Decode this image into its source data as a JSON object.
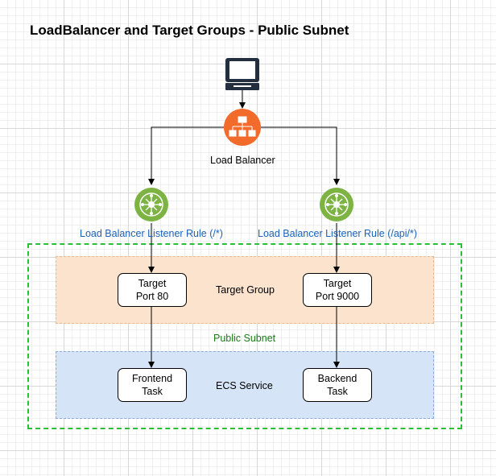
{
  "title": "LoadBalancer and Target Groups - Public Subnet",
  "load_balancer": {
    "label": "Load Balancer"
  },
  "rules": {
    "left": "Load Balancer Listener Rule (/*)",
    "right": "Load Balancer Listener Rule (/api/*)"
  },
  "target_group": {
    "label": "Target Group",
    "left_target": "Target\nPort 80",
    "right_target": "Target\nPort 9000"
  },
  "subnet": {
    "label": "Public Subnet"
  },
  "ecs_service": {
    "label": "ECS Service",
    "left_task": "Frontend\nTask",
    "right_task": "Backend\nTask"
  },
  "colors": {
    "load_balancer": "#f26b2b",
    "listener_rule": "#7cb342",
    "subnet_border": "#2bbf38",
    "target_group_fill": "#fbe3cd",
    "ecs_service_fill": "#d5e4f7",
    "rule_text": "#1b62b8",
    "subnet_text": "#1c7a1c"
  }
}
